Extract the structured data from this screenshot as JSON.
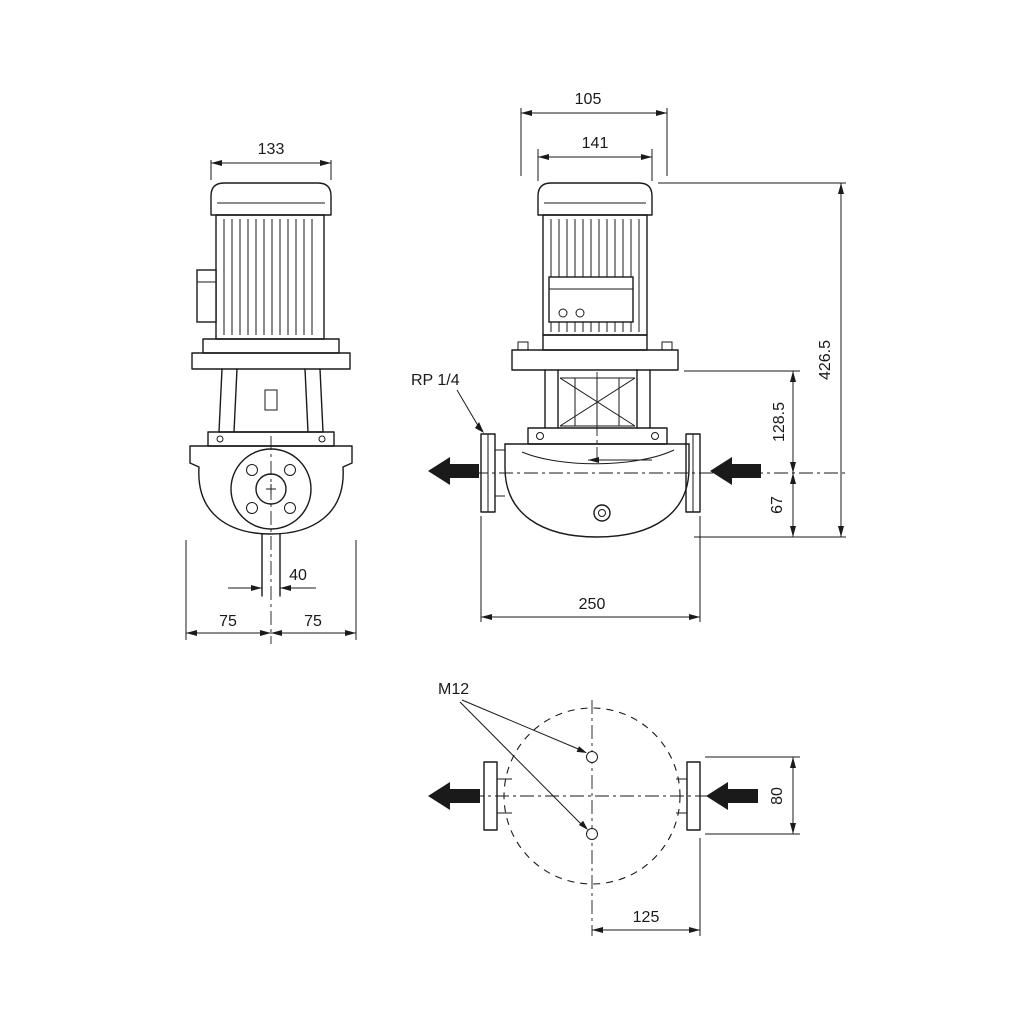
{
  "colors": {
    "line": "#1a1a1a",
    "background": "#ffffff"
  },
  "front_view": {
    "dim_motor_width": "133",
    "dim_port_diameter": "40",
    "dim_center_to_left_flange": "75",
    "dim_center_to_right_flange": "75"
  },
  "side_view": {
    "dim_motor_depth": "105",
    "dim_motor_diameter": "141",
    "gauge_port_label": "RP 1/4",
    "dim_total_height": "426.5",
    "dim_flange_to_port_center": "128.5",
    "dim_port_center_to_base": "67",
    "dim_port_to_port_length": "250"
  },
  "top_view": {
    "bolt_hole_label": "M12",
    "dim_hole_spacing": "80",
    "dim_center_to_flange_face": "125"
  }
}
